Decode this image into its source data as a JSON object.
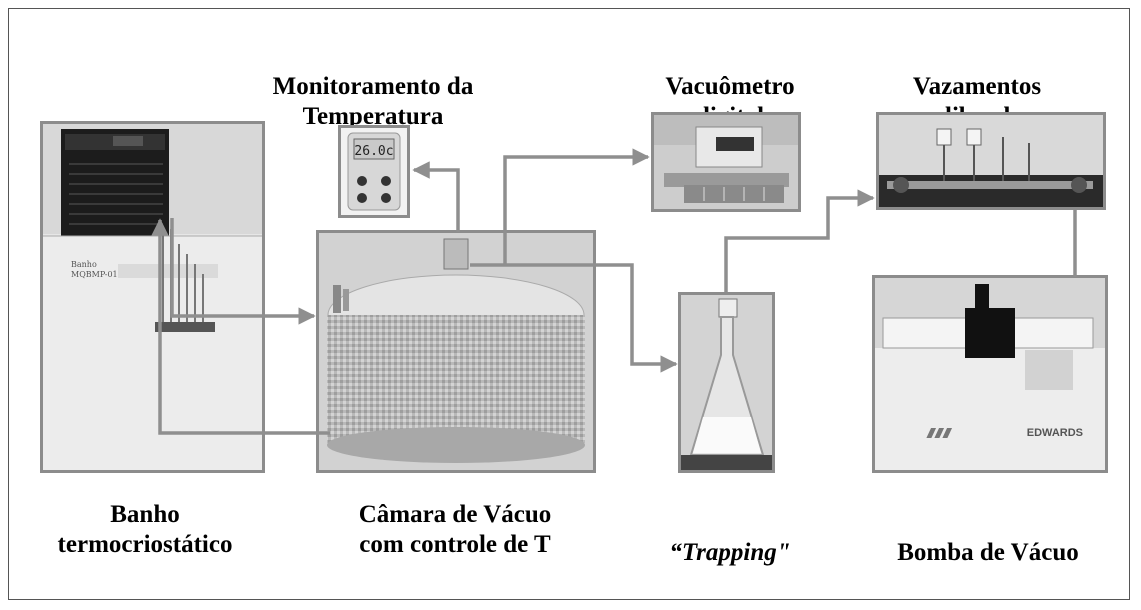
{
  "labels": {
    "monitoramento": [
      "Monitoramento da",
      "Temperatura"
    ],
    "vacuometro": [
      "Vacuômetro",
      "digital"
    ],
    "vazamentos": [
      "Vazamentos",
      "calibrados"
    ],
    "banho": [
      "Banho",
      "termocriostático"
    ],
    "camara": [
      "Câmara de Vácuo",
      "com controle de T"
    ],
    "trapping": "“Trapping\"",
    "bomba": "Bomba de Vácuo"
  },
  "equipment_text": {
    "banho_panel": [
      "Banho",
      "MQBMP-01"
    ],
    "thermometer_reading": "26.0c",
    "pump_brand": "EDWARDS"
  },
  "colors": {
    "arrow": "#8f8f8f",
    "photo_border": "#8c8c8c",
    "frame": "#555555"
  }
}
